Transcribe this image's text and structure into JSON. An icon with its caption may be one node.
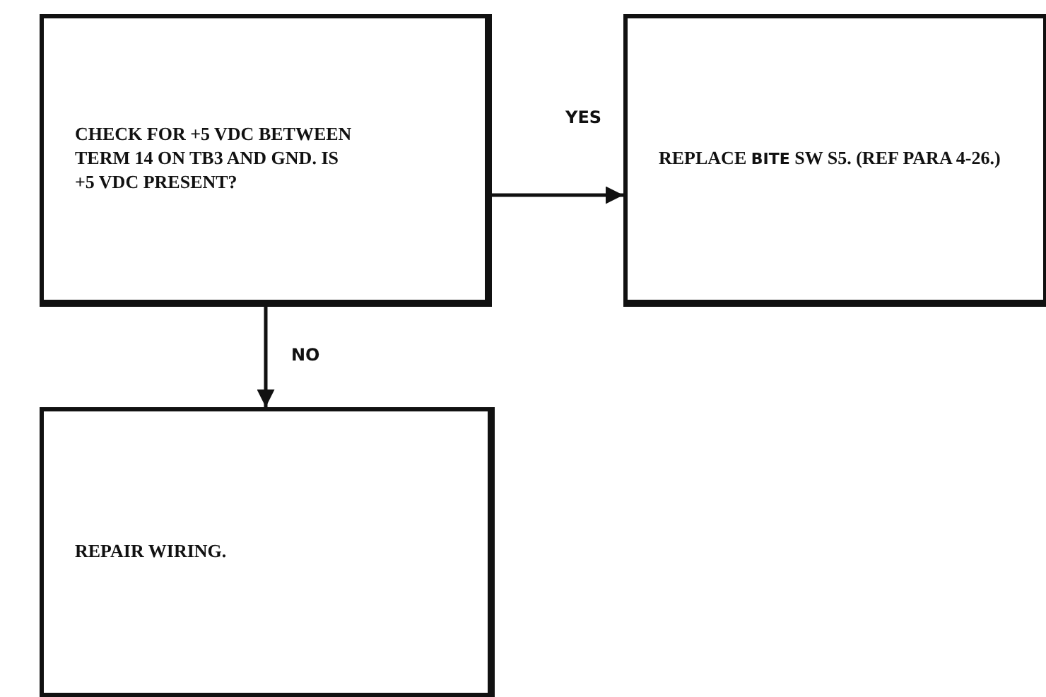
{
  "diagram": {
    "nodes": [
      {
        "text": [
          "CHECK FOR +5 VDC BETWEEN TERM 14 ON TB3 AND GND. IS +5 VDC PRESENT?"
        ]
      },
      {
        "text": [
          "REPLACE **BITE** SW S5. (REF PARA 4-26.)"
        ]
      },
      {
        "text": [
          "REPAIR WIRING."
        ]
      }
    ],
    "edges": [
      {
        "from": 0,
        "to": 1,
        "arrow": "to",
        "label": "YES"
      },
      {
        "from": 0,
        "to": 2,
        "arrow": "to",
        "label": "NO"
      }
    ]
  }
}
